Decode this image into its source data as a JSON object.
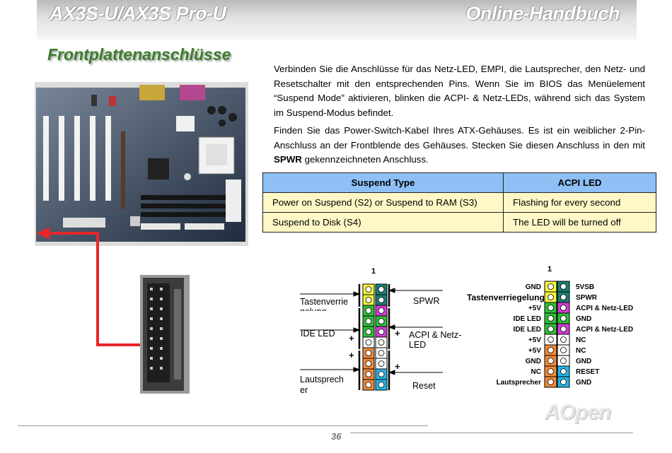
{
  "header": {
    "title_left": "AX3S-U/AX3S Pro-U",
    "title_right": "Online-Handbuch"
  },
  "section_title": "Frontplattenanschlüsse",
  "paragraph1": "Verbinden Sie die Anschlüsse für das Netz-LED, EMPI, die Lautsprecher, den Netz- und Resetschalter mit den entsprechenden Pins. Wenn Sie im BIOS das Menüelement “Suspend Mode” aktivieren, blinken die ACPI- & Netz-LEDs, während sich das System im Suspend-Modus befindet.",
  "paragraph2": {
    "before": "Finden Sie das Power-Switch-Kabel Ihres ATX-Gehäuses. Es ist ein weiblicher 2-Pin-Anschluss an der Frontblende des Gehäuses. Stecken Sie diesen Anschluss in den mit ",
    "bold": "SPWR",
    "after": " gekennzeichneten Anschluss."
  },
  "table": {
    "headers": [
      "Suspend Type",
      "ACPI LED"
    ],
    "rows": [
      [
        "Power on Suspend (S2) or Suspend to RAM (S3)",
        "Flashing for every second"
      ],
      [
        "Suspend to Disk (S4)",
        "The LED will be turned off"
      ]
    ]
  },
  "diagram1": {
    "pin_one": "1",
    "left_labels": [
      "Tastenverrie gelung",
      "IDE LED",
      "Lautsprech er"
    ],
    "right_labels": [
      "SPWR",
      "ACPI & Netz-LED",
      "Reset"
    ],
    "plus": "+"
  },
  "diagram2": {
    "pin_one": "1",
    "left_labels": [
      "GND",
      "Tastenverriegelung",
      "+5V",
      "IDE LED",
      "IDE LED",
      "+5V",
      "+5V",
      "GND",
      "NC",
      "Lautsprecher"
    ],
    "right_labels": [
      "5VSB",
      "SPWR",
      "ACPI & Netz-LED",
      "GND",
      "ACPI & Netz-LED",
      "NC",
      "NC",
      "GND",
      "RESET",
      "GND"
    ],
    "left_colors": [
      "#f5f542",
      "#f5f542",
      "#2fbf3a",
      "#2fbf3a",
      "#2fbf3a",
      "#ffffff",
      "#f08a3a",
      "#f08a3a",
      "#f08a3a",
      "#f08a3a"
    ],
    "right_colors": [
      "#1a7f74",
      "#1a7f74",
      "#d63bd6",
      "#2fbf3a",
      "#d63bd6",
      "#ffffff",
      "#ffffff",
      "#ffffff",
      "#25b5e6",
      "#25b5e6"
    ]
  },
  "page_number": "36",
  "logo": "AOpen"
}
